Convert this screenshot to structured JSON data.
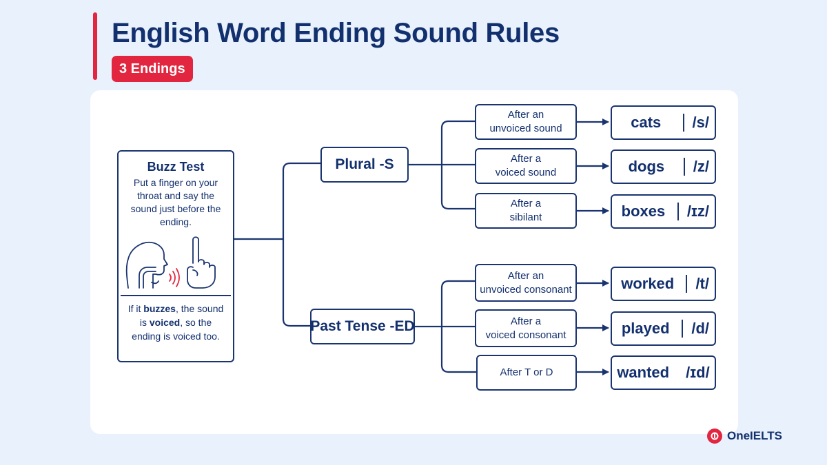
{
  "header": {
    "title": "English Word Ending Sound Rules",
    "badge": "3 Endings"
  },
  "buzz_test": {
    "title": "Buzz Test",
    "description": "Put a finger on your throat and say the sound just before the ending.",
    "result_prefix": "If it ",
    "result_em1": "buzzes",
    "result_mid": ", the sound is ",
    "result_em2": "voiced",
    "result_suffix": ", so the ending is voiced too.",
    "illustration_icons": [
      "head-profile-icon",
      "sound-wave-icon",
      "finger-raised-icon"
    ]
  },
  "categories": [
    {
      "label": "Plural -S",
      "rules": [
        {
          "condition_line1": "After an",
          "condition_line2": "unvoiced sound",
          "word": "cats",
          "ipa": "/s/"
        },
        {
          "condition_line1": "After a",
          "condition_line2": "voiced sound",
          "word": "dogs",
          "ipa": "/z/"
        },
        {
          "condition_line1": "After a",
          "condition_line2": "sibilant",
          "word": "boxes",
          "ipa": "/ɪz/"
        }
      ]
    },
    {
      "label": "Past Tense -ED",
      "rules": [
        {
          "condition_line1": "After an",
          "condition_line2": "unvoiced consonant",
          "word": "worked",
          "ipa": "/t/"
        },
        {
          "condition_line1": "After a",
          "condition_line2": "voiced consonant",
          "word": "played",
          "ipa": "/d/"
        },
        {
          "condition_line1": "After T or D",
          "condition_line2": "",
          "word": "wanted",
          "ipa": "/ɪd/"
        }
      ]
    }
  ],
  "brand": {
    "name": "OneIELTS",
    "logo_icon": "oneielts-logo-icon"
  },
  "colors": {
    "accent": "#e3263f",
    "navy": "#13306e",
    "background": "#e8f1fc",
    "card": "#ffffff"
  }
}
